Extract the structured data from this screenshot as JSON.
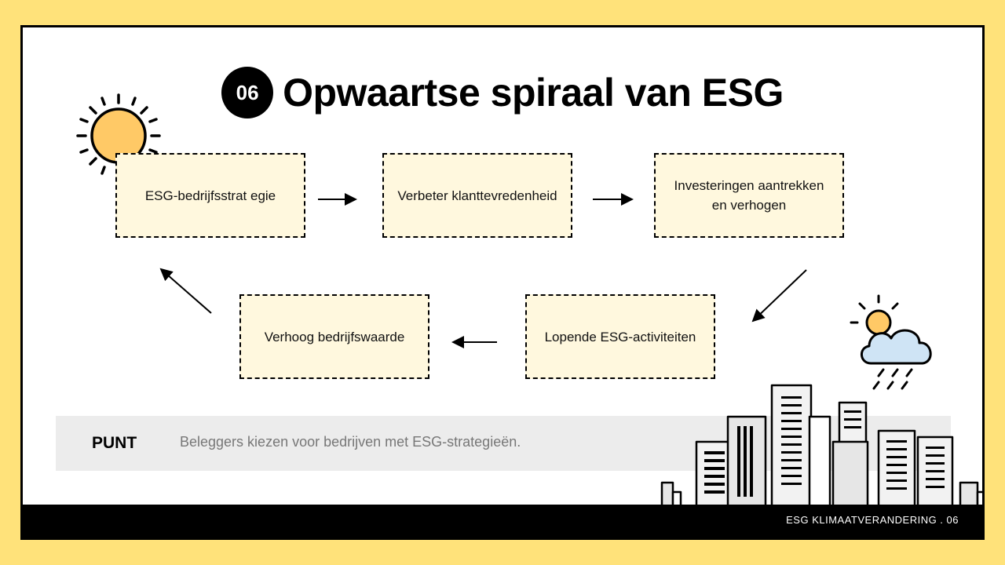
{
  "slide": {
    "number": "06",
    "title": "Opwaartse spiraal van ESG"
  },
  "steps": [
    {
      "label": "ESG-bedrijfsstrat egie"
    },
    {
      "label": "Verbeter klanttevredenheid"
    },
    {
      "label": "Investeringen aantrekken en verhogen"
    },
    {
      "label": "Lopende ESG-activiteiten"
    },
    {
      "label": "Verhoog bedrijfswaarde"
    }
  ],
  "point": {
    "label": "PUNT",
    "text": "Beleggers kiezen voor bedrijven met ESG-strategieën."
  },
  "footer": {
    "text": "ESG KLIMAATVERANDERING . 06"
  },
  "colors": {
    "frame": "#FFE27A",
    "box_fill": "#FFF8DE",
    "sun": "#FFC966",
    "cloud": "#CFE4F5"
  },
  "icons": [
    "sun-icon",
    "cloud-sun-rain-icon",
    "city-skyline-illustration"
  ]
}
